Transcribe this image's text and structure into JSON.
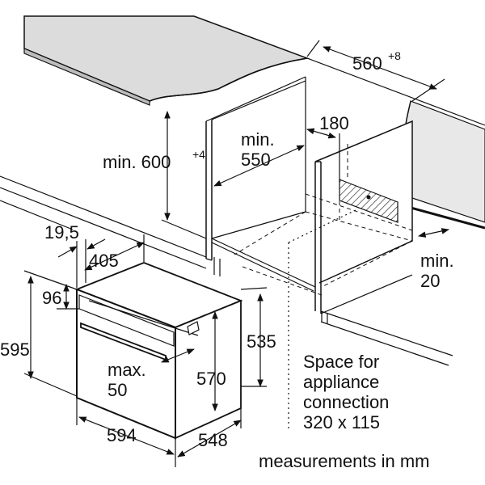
{
  "diagram": {
    "colors": {
      "line": "#111111",
      "worktop_fill": "#dcdcdc",
      "wall_fill": "#e8e8e8",
      "hatch": "#111111"
    },
    "labels": {
      "worktop_width": "560",
      "worktop_width_tol": "+8",
      "cabinet_height": "min. 600",
      "cabinet_height_tol": "+4",
      "cabinet_depth": "min.\n550",
      "connection_offset": "180",
      "back_gap": "min.\n20",
      "front_offset": "19,5",
      "top_depth": "405",
      "top_height": "96",
      "oven_height": "595",
      "handle_gap": "max.\n50",
      "body_height": "570",
      "niche_height": "535",
      "oven_width": "594",
      "oven_depth": "548",
      "connection_note": "Space for\nappliance\nconnection\n320 x 115",
      "units_note": "measurements in mm"
    }
  }
}
